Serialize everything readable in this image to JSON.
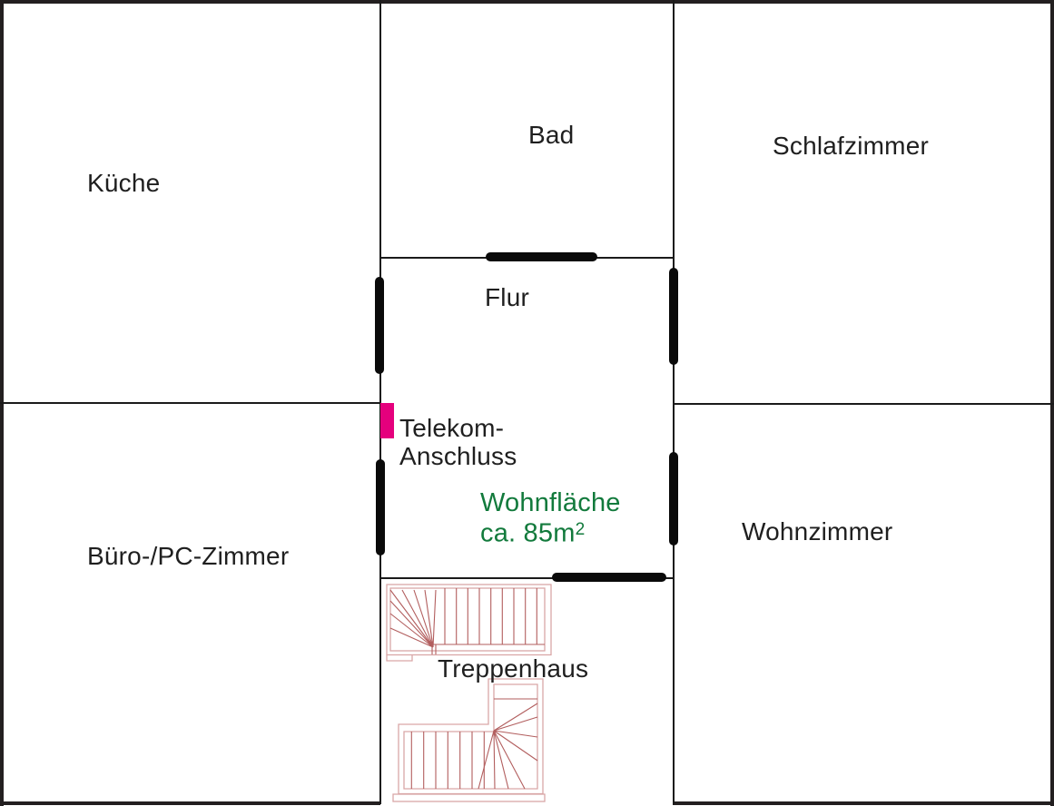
{
  "plan": {
    "rooms": {
      "kueche": {
        "label": "Küche"
      },
      "bad": {
        "label": "Bad"
      },
      "schlafzimmer": {
        "label": "Schlafzimmer"
      },
      "flur": {
        "label": "Flur"
      },
      "buero": {
        "label": "Büro-/PC-Zimmer"
      },
      "wohnzimmer": {
        "label": "Wohnzimmer"
      },
      "treppenhaus": {
        "label": "Treppenhaus"
      }
    },
    "annotations": {
      "telekom_line1": "Telekom-",
      "telekom_line2": "Anschluss",
      "area_line1": "Wohnfläche",
      "area_line2": "ca. 85m",
      "area_superscript": "2"
    },
    "colors": {
      "wall": "#1a1a1a",
      "door": "#0a0a0a",
      "border": "#231f20",
      "text": "#1f1f1f",
      "magenta": "#e5007d",
      "green": "#127a3c",
      "stairLight": "#d9a7a7",
      "stairDark": "#b25e5e"
    }
  }
}
